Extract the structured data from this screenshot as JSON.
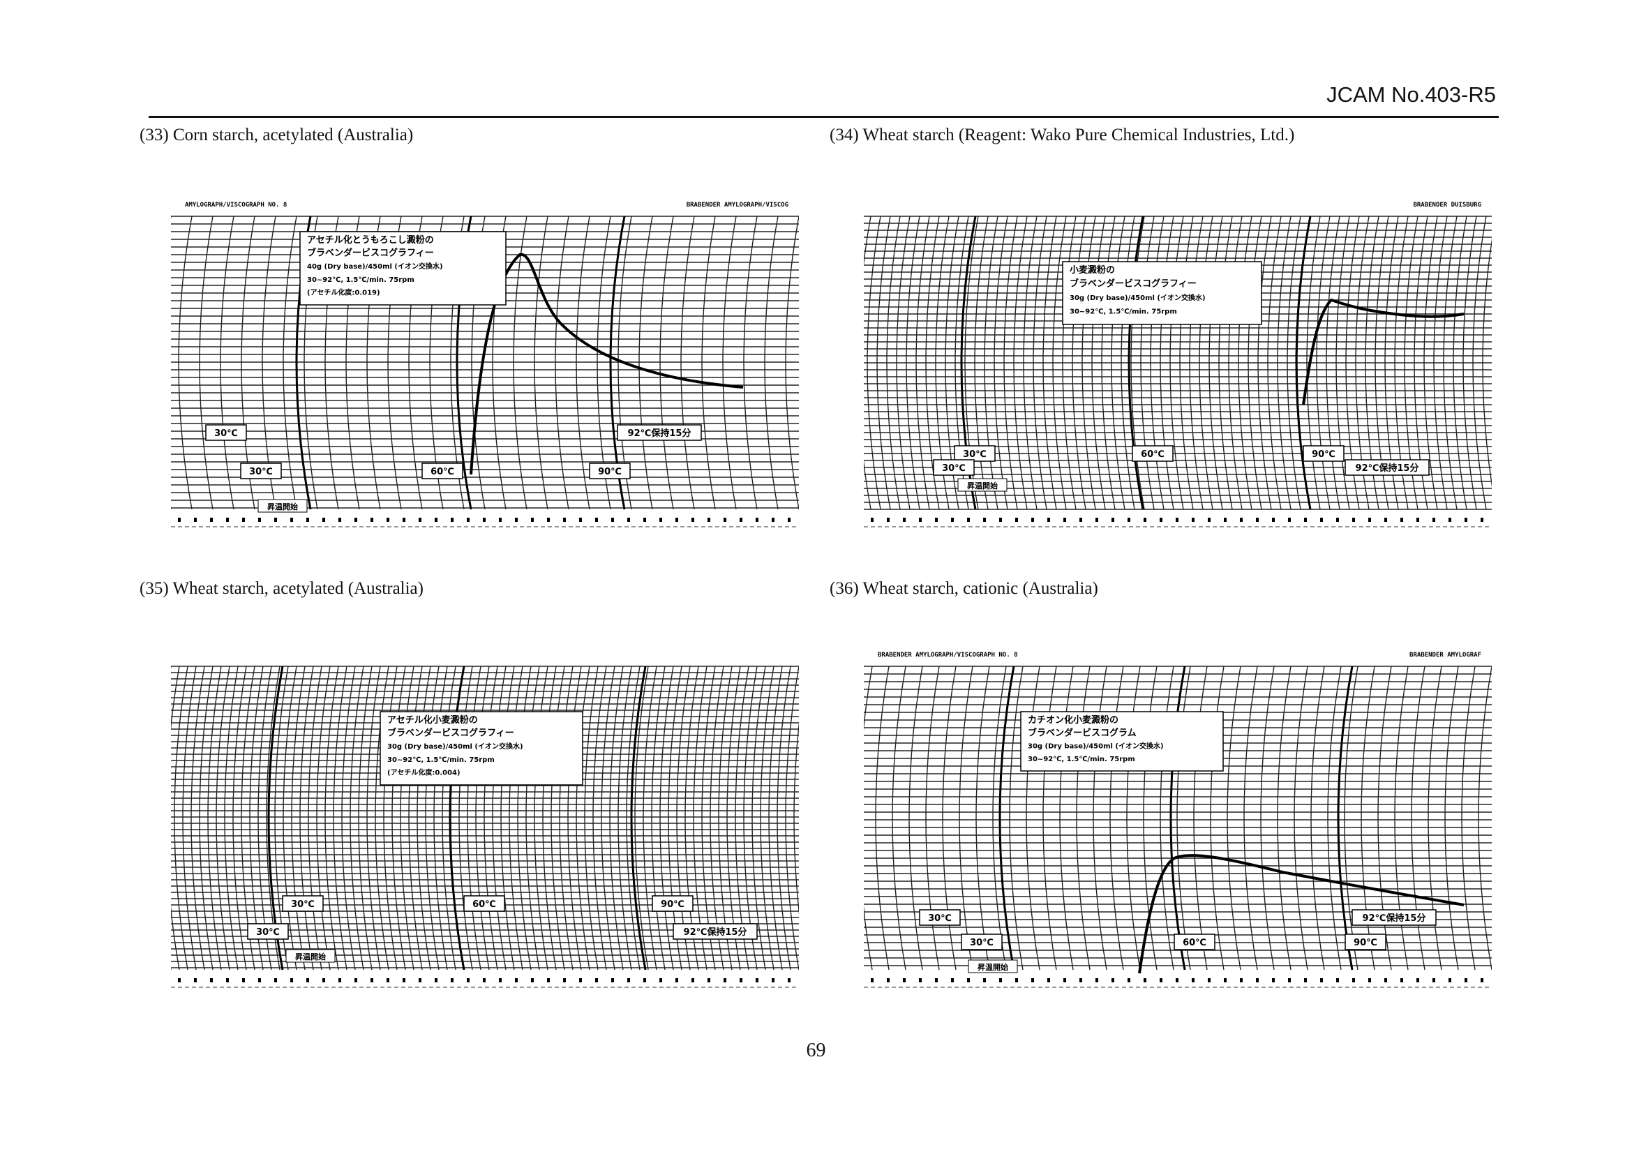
{
  "header": {
    "doc_id": "JCAM No.403-R5",
    "page_number": "69"
  },
  "panels": [
    {
      "caption": "(33)  Corn starch, acetylated (Australia)",
      "top_text_left": "AMYLOGRAPH/VISCOGRAPH NO. 8",
      "top_text_right": "BRABENDER AMYLOGRAPH/VISCOG",
      "note_lines": [
        "アセチル化とうもろこし澱粉の",
        "ブラベンダービスコグラフィー",
        "40g (Dry base)/450ml (イオン交換水)",
        "30~92℃, 1.5℃/min. 75rpm",
        "(アセチル化度:0.019)"
      ],
      "temp_labels": [
        "30℃",
        "30℃",
        "60℃",
        "90℃",
        "92℃保持15分"
      ],
      "speed_label": "昇温開始",
      "curve": {
        "visible": true
      }
    },
    {
      "caption": "(34)  Wheat starch (Reagent: Wako Pure Chemical Industries, Ltd.)",
      "top_text_left": "",
      "top_text_right": "BRABENDER DUISBURG",
      "note_lines": [
        "小麦澱粉の",
        "ブラベンダービスコグラフィー",
        "30g (Dry base)/450ml (イオン交換水)",
        "30~92℃, 1.5℃/min. 75rpm"
      ],
      "temp_labels": [
        "30℃",
        "30℃",
        "60℃",
        "90℃",
        "92℃保持15分"
      ],
      "speed_label": "昇温開始",
      "curve": {
        "visible": true
      }
    },
    {
      "caption": "(35)  Wheat starch, acetylated (Australia)",
      "top_text_left": "",
      "top_text_right": "",
      "note_lines": [
        "アセチル化小麦澱粉の",
        "ブラベンダービスコグラフィー",
        "30g (Dry base)/450ml (イオン交換水)",
        "30~92℃, 1.5℃/min. 75rpm",
        "(アセチル化度:0.004)"
      ],
      "temp_labels": [
        "30℃",
        "30℃",
        "60℃",
        "90℃",
        "92℃保持15分"
      ],
      "speed_label": "昇温開始",
      "curve": {
        "visible": false
      }
    },
    {
      "caption": "(36)  Wheat starch, cationic (Australia)",
      "top_text_left": "BRABENDER AMYLOGRAPH/VISCOGRAPH NO. 8",
      "top_text_right": "BRABENDER AMYLOGRAF",
      "note_lines": [
        "カチオン化小麦澱粉の",
        "ブラベンダービスコグラム",
        "30g (Dry base)/450ml (イオン交換水)",
        "30~92℃, 1.5℃/min. 75rpm"
      ],
      "temp_labels": [
        "30℃",
        "30℃",
        "60℃",
        "90℃",
        "92℃保持15分"
      ],
      "speed_label": "昇温開始",
      "curve": {
        "visible": true
      }
    }
  ]
}
